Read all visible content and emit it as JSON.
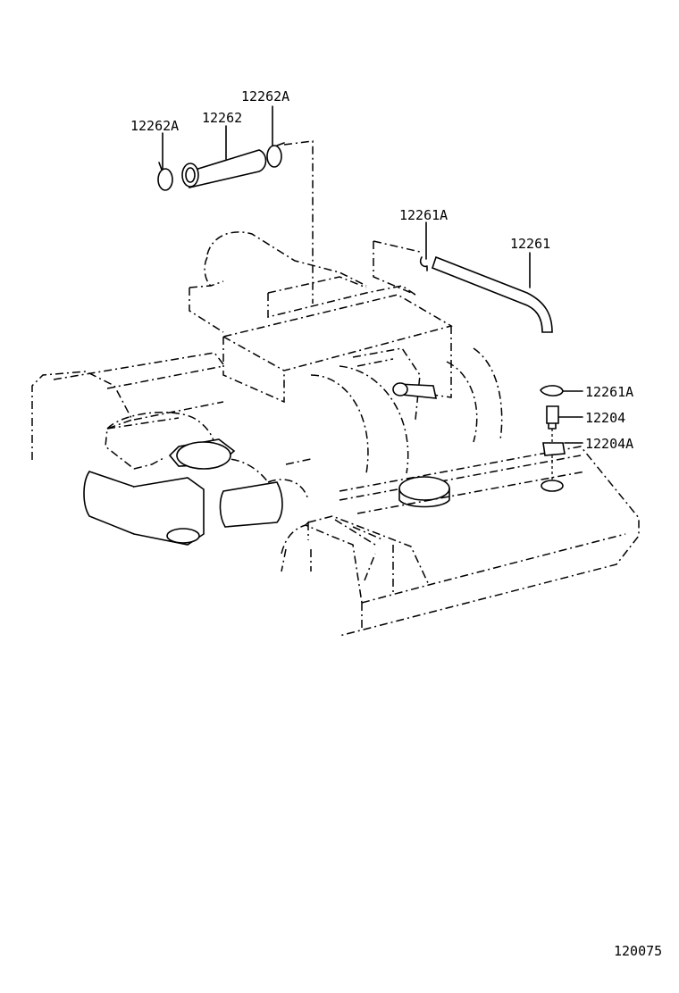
{
  "diagram": {
    "callouts": [
      {
        "id": "label-12262a-left",
        "text": "12262A"
      },
      {
        "id": "label-12262",
        "text": "12262"
      },
      {
        "id": "label-12262a-right",
        "text": "12262A"
      },
      {
        "id": "label-12261a-top",
        "text": "12261A"
      },
      {
        "id": "label-12261",
        "text": "12261"
      },
      {
        "id": "label-12261a-side",
        "text": "12261A"
      },
      {
        "id": "label-12204",
        "text": "12204"
      },
      {
        "id": "label-12204a",
        "text": "12204A"
      }
    ],
    "drawing_number": "120075"
  }
}
